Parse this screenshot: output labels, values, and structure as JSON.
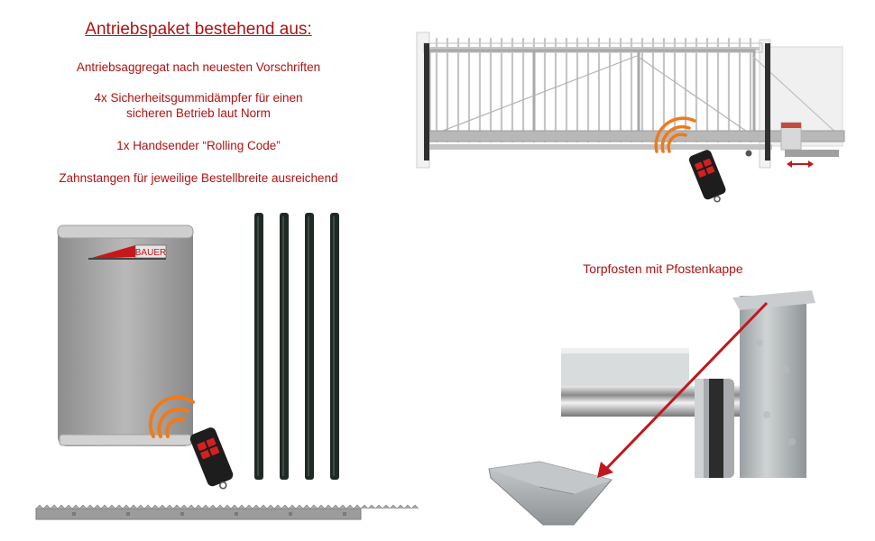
{
  "heading": "Antriebspaket bestehend aus:",
  "items": [
    "Antriebsaggregat nach neuesten Vorschriften",
    "4x Sicherheitsgummidämpfer für einen",
    "sicheren Betrieb laut Norm",
    "1x Handsender “Rolling Code”",
    "Zahnstangen für jeweilige Bestellbreite ausreichend"
  ],
  "caption_post": "Torpfosten mit Pfostenkappe",
  "motor_brand": "BAUER",
  "colors": {
    "text_red": "#b01212",
    "signal_orange": "#f07a1a",
    "arrow_red": "#c0181e"
  }
}
